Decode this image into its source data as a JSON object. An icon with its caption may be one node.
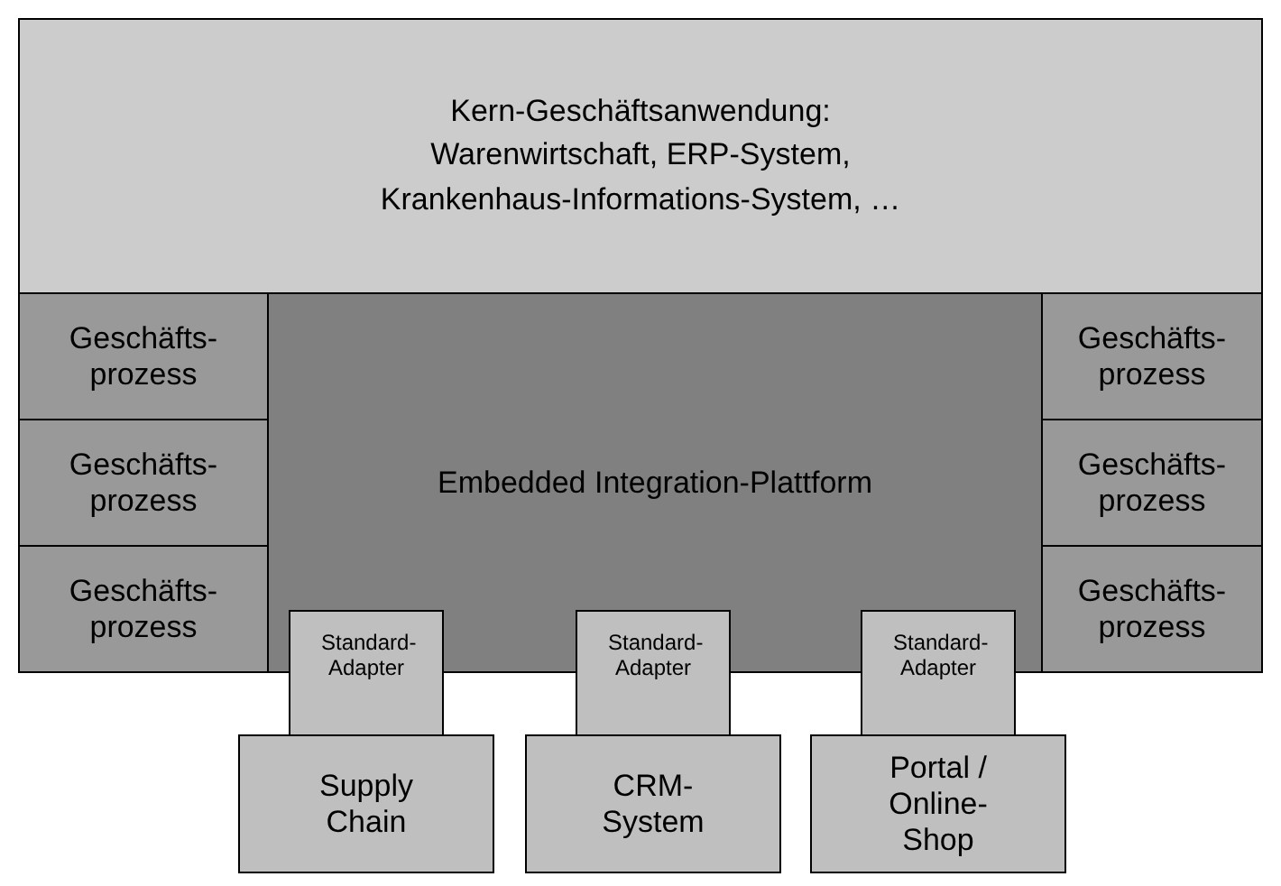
{
  "diagram": {
    "nodes": [
      {
        "text": [
          "Kern-Geschäftsanwendung:",
          "Warenwirtschaft, ERP-System, Krankenhaus-Informations-System, …"
        ]
      },
      {
        "text": [
          "Geschäfts-prozess"
        ]
      },
      {
        "text": [
          "Geschäfts-prozess"
        ]
      },
      {
        "text": [
          "Geschäfts-prozess"
        ]
      },
      {
        "text": [
          "Embedded Integration-Plattform"
        ]
      },
      {
        "text": [
          "Geschäfts-prozess"
        ]
      },
      {
        "text": [
          "Geschäfts-prozess"
        ]
      },
      {
        "text": [
          "Geschäfts-prozess"
        ]
      },
      {
        "text": [
          "Standard-Adapter"
        ]
      },
      {
        "text": [
          "Standard-Adapter"
        ]
      },
      {
        "text": [
          "Standard-Adapter"
        ]
      },
      {
        "text": [
          "Supply Chain"
        ]
      },
      {
        "text": [
          "CRM-System"
        ]
      },
      {
        "text": [
          "Portal / Online-Shop"
        ]
      }
    ]
  }
}
